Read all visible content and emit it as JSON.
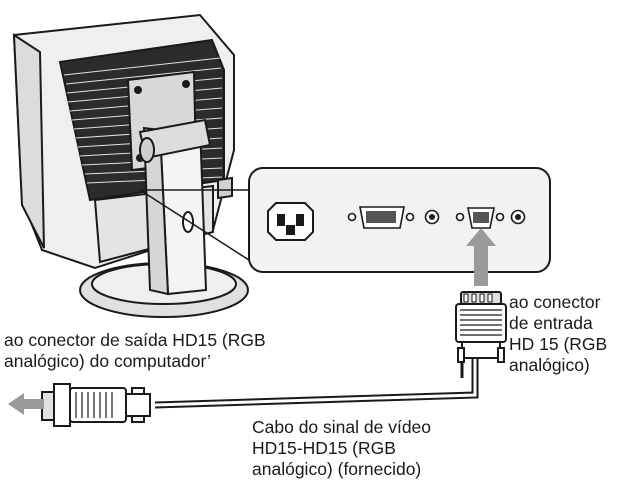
{
  "labels": {
    "computer_output": [
      "ao conector de saída HD15 (RGB",
      "analógico) do computador’"
    ],
    "monitor_input": [
      "ao conector",
      "de entrada",
      "HD 15 (RGB",
      "analógico)"
    ],
    "cable": [
      "Cabo do sinal de vídeo",
      "HD15-HD15 (RGB",
      "analógico) (fornecido)"
    ]
  },
  "colors": {
    "line": "#1a1a1a",
    "panel_fill": "#f2f2f2",
    "monitor_fill": "#e9e9e9",
    "screen_dark": "#2b2b2b",
    "arrow_gray": "#9a9a9a",
    "background": "#ffffff"
  },
  "icons": [
    "power-socket-icon",
    "dvi-connector-icon",
    "vga-connector-icon",
    "left-arrow-icon",
    "up-arrow-icon"
  ]
}
